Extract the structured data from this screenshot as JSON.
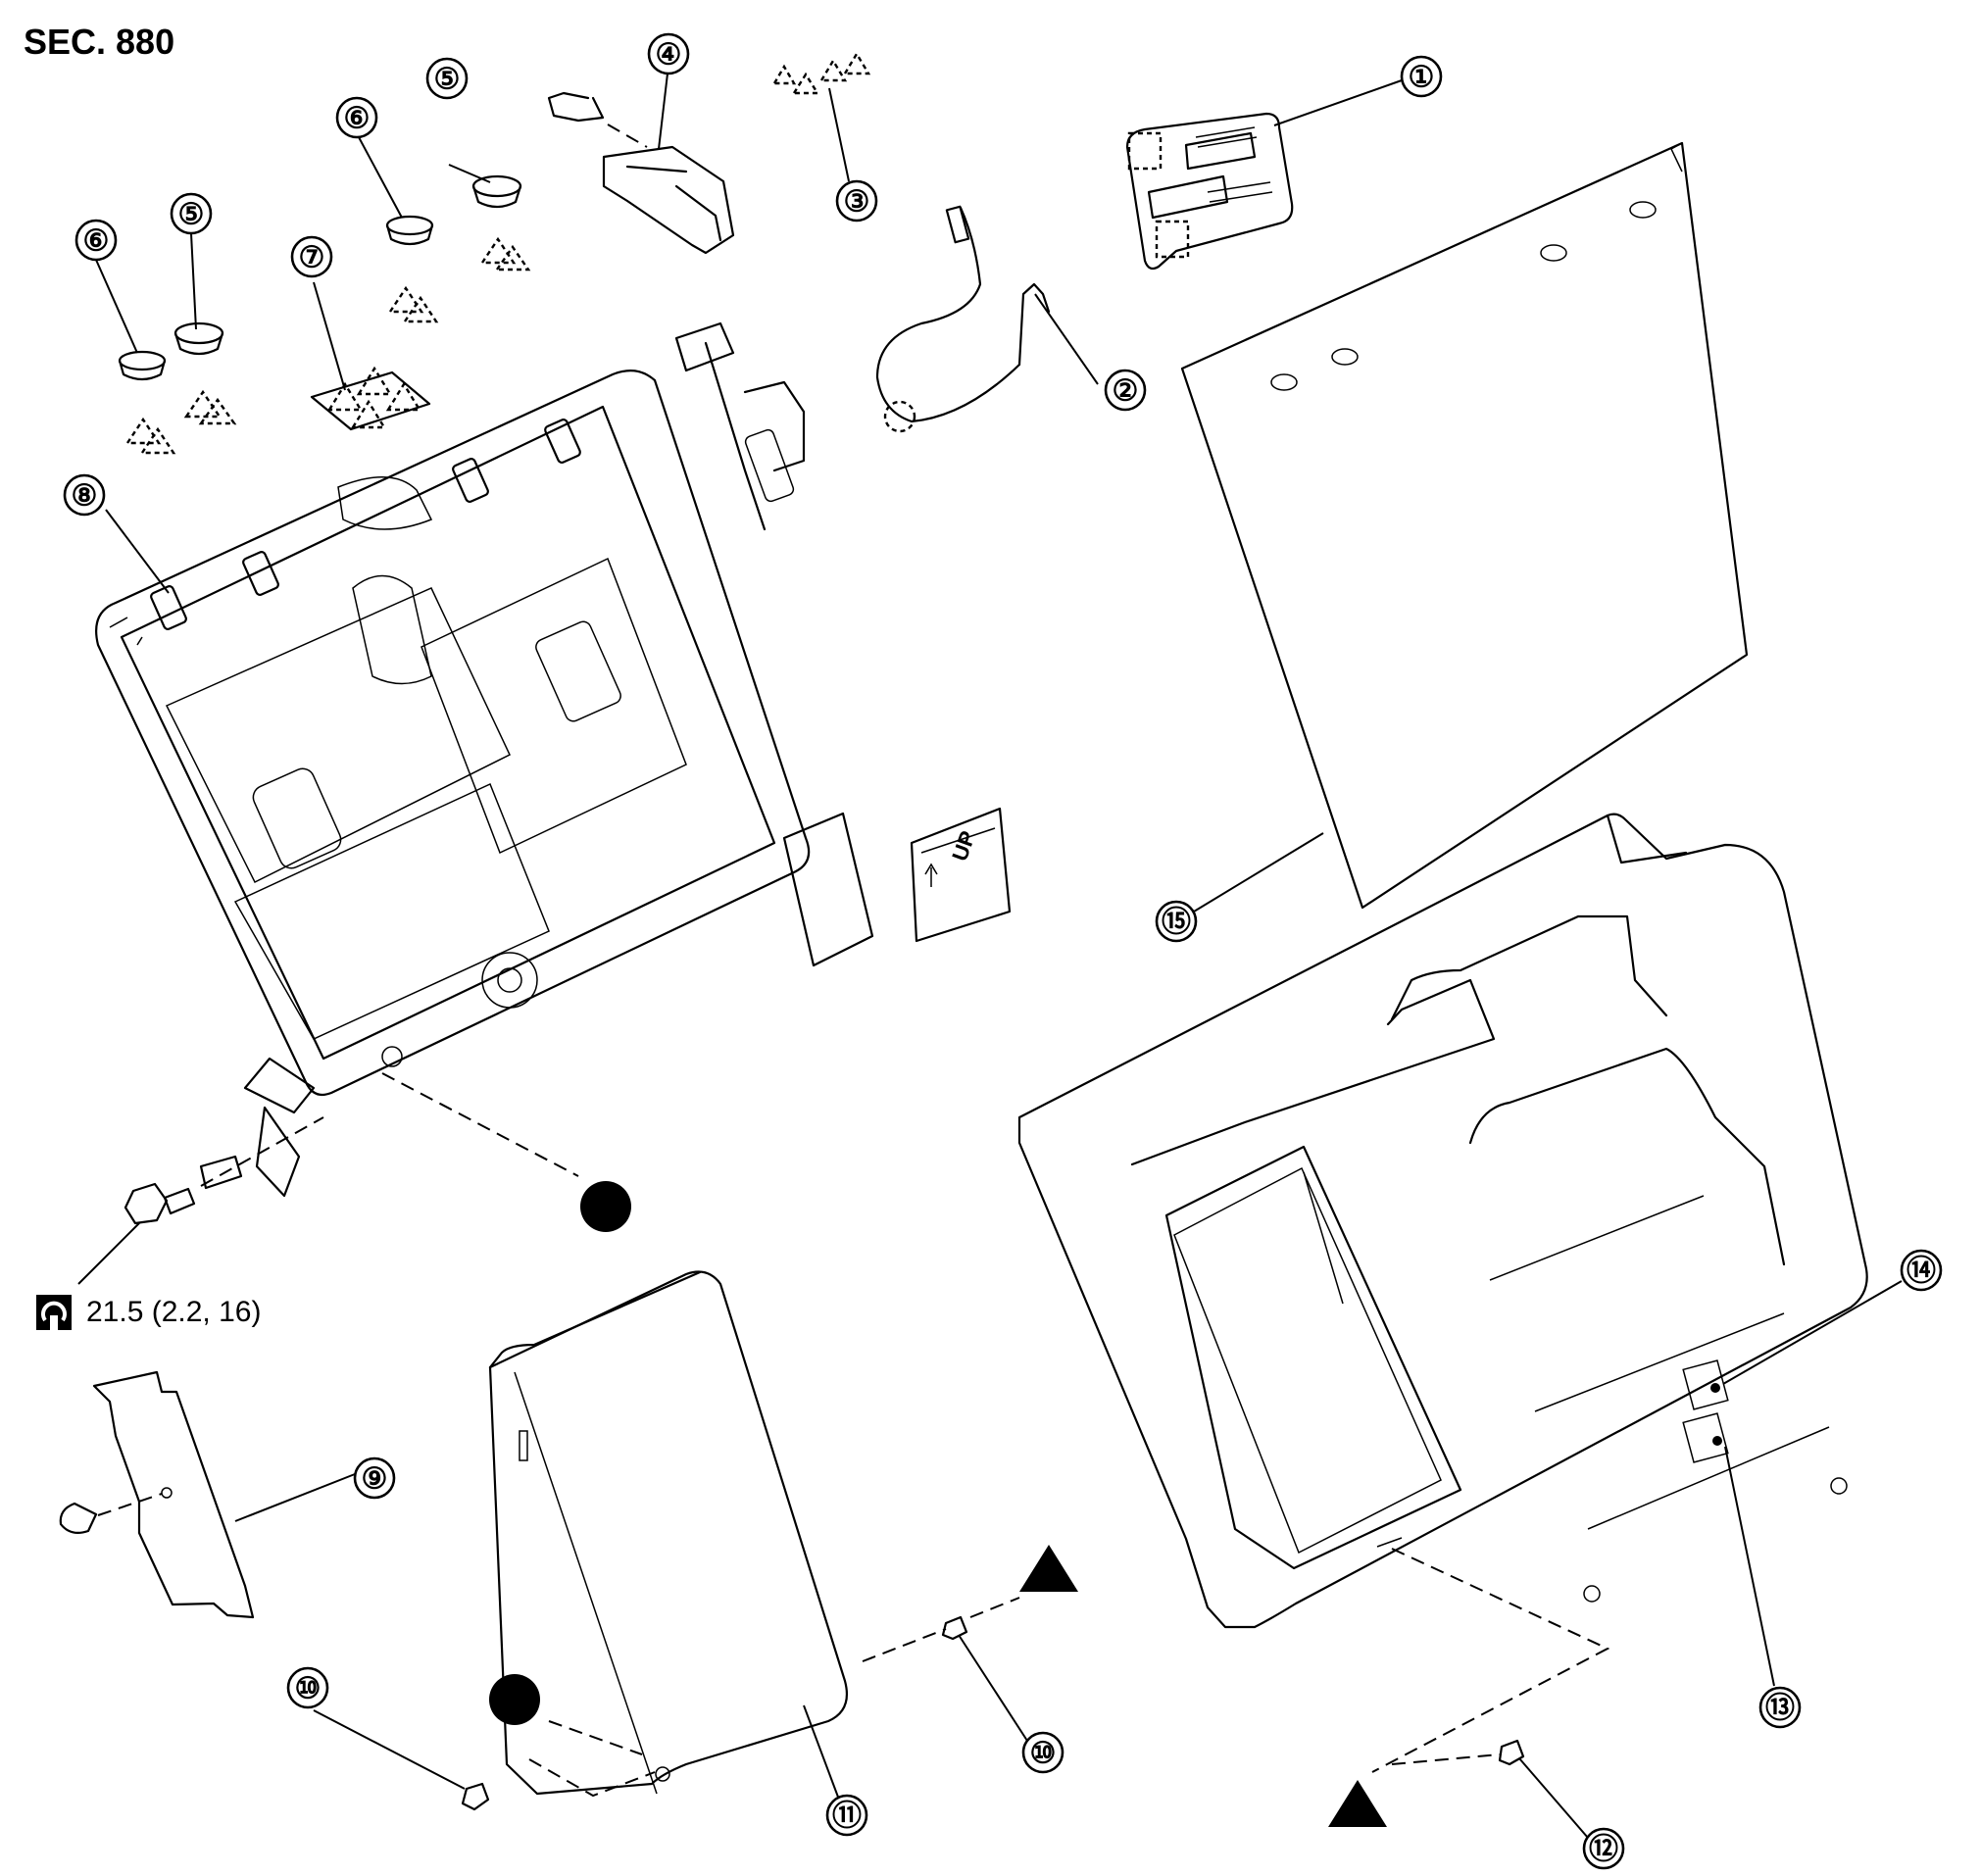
{
  "header": {
    "section_label": "SEC. 880"
  },
  "torque_spec": {
    "value_text": "21.5 (2.2, 16)",
    "icon": "torque-wrench-icon"
  },
  "callouts": [
    {
      "id": "1",
      "label": "①"
    },
    {
      "id": "2",
      "label": "②"
    },
    {
      "id": "3",
      "label": "③"
    },
    {
      "id": "4",
      "label": "④"
    },
    {
      "id": "5a",
      "label": "⑤"
    },
    {
      "id": "5b",
      "label": "⑤"
    },
    {
      "id": "6a",
      "label": "⑥"
    },
    {
      "id": "6b",
      "label": "⑥"
    },
    {
      "id": "7",
      "label": "⑦"
    },
    {
      "id": "8",
      "label": "⑧"
    },
    {
      "id": "9",
      "label": "⑨"
    },
    {
      "id": "10a",
      "label": "⑩"
    },
    {
      "id": "10b",
      "label": "⑩"
    },
    {
      "id": "11",
      "label": "⑪"
    },
    {
      "id": "12",
      "label": "⑫"
    },
    {
      "id": "13",
      "label": "⑬"
    },
    {
      "id": "14",
      "label": "⑭"
    },
    {
      "id": "15",
      "label": "⑮"
    }
  ],
  "frame_label": {
    "text": "UP"
  },
  "symbols": {
    "filled_circle": "black-dot-marker",
    "filled_triangle": "black-triangle-marker"
  }
}
